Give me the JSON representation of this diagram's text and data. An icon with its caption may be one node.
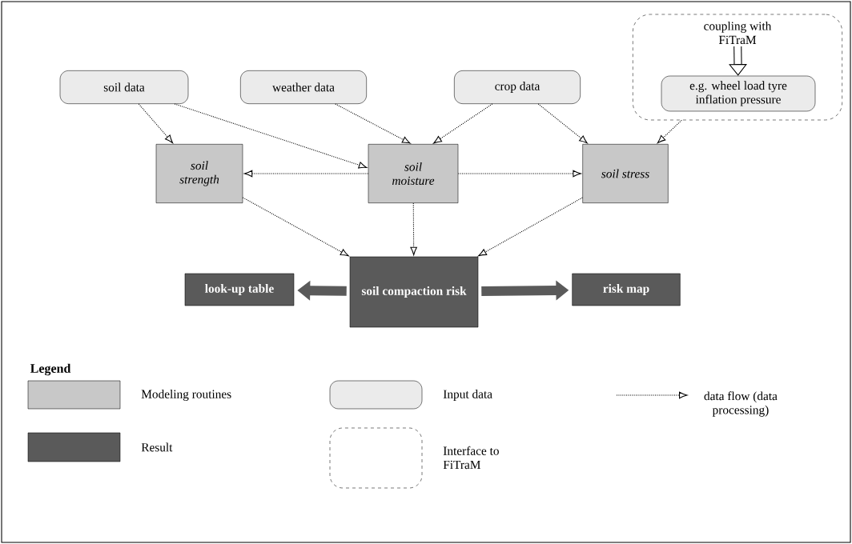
{
  "diagram": {
    "nodes": [
      {
        "text": [
          "soil data"
        ]
      },
      {
        "text": [
          "weather data"
        ]
      },
      {
        "text": [
          "crop data"
        ]
      },
      {
        "text": [],
        "shape": "box"
      },
      {
        "text": [
          "coupling with FiTraM"
        ],
        "in": 3
      },
      {
        "text": [
          "e.g. wheel load tyre inflation pressure"
        ],
        "in": 3
      },
      {
        "text": [
          "soil strength"
        ]
      },
      {
        "text": [
          "soil moisture"
        ]
      },
      {
        "text": [
          "soil stress"
        ]
      },
      {
        "text": [
          "soil compaction risk"
        ]
      },
      {
        "text": [
          "look-up table"
        ]
      },
      {
        "text": [
          "risk map"
        ]
      }
    ],
    "edges": [
      {
        "from": 4,
        "to": 5,
        "arrow": "to",
        "style": "thick"
      },
      {
        "from": 0,
        "to": 6,
        "arrow": "to",
        "style": "dashed"
      },
      {
        "from": 0,
        "to": 7,
        "arrow": "to",
        "style": "dashed"
      },
      {
        "from": 1,
        "to": 7,
        "arrow": "to",
        "style": "dashed"
      },
      {
        "from": 2,
        "to": 7,
        "arrow": "to",
        "style": "dashed"
      },
      {
        "from": 2,
        "to": 8,
        "arrow": "to",
        "style": "dashed"
      },
      {
        "from": 3,
        "to": 8,
        "arrow": "to",
        "style": "dashed"
      },
      {
        "from": 7,
        "to": 6,
        "arrow": "to",
        "style": "dashed"
      },
      {
        "from": 7,
        "to": 8,
        "arrow": "to",
        "style": "dashed"
      },
      {
        "from": 6,
        "to": 9,
        "arrow": "to",
        "style": "dashed"
      },
      {
        "from": 7,
        "to": 9,
        "arrow": "to",
        "style": "dashed"
      },
      {
        "from": 8,
        "to": 9,
        "arrow": "to",
        "style": "dashed"
      },
      {
        "from": 9,
        "to": 10,
        "arrow": "to",
        "style": "thick",
        "color": "#5a5a5a"
      },
      {
        "from": 9,
        "to": 11,
        "arrow": "to",
        "style": "thick",
        "color": "#5a5a5a"
      }
    ],
    "labels": [
      "Legend"
    ],
    "legend": [
      {
        "text": "Modeling routines",
        "color": "#c8c8c8"
      },
      {
        "text": "Result",
        "color": "#5a5a5a"
      },
      {
        "text": "Input data",
        "color": "#ebebeb"
      },
      {
        "text": "Interface to FiTraM"
      },
      {
        "text": "data flow (data processing)"
      }
    ]
  }
}
